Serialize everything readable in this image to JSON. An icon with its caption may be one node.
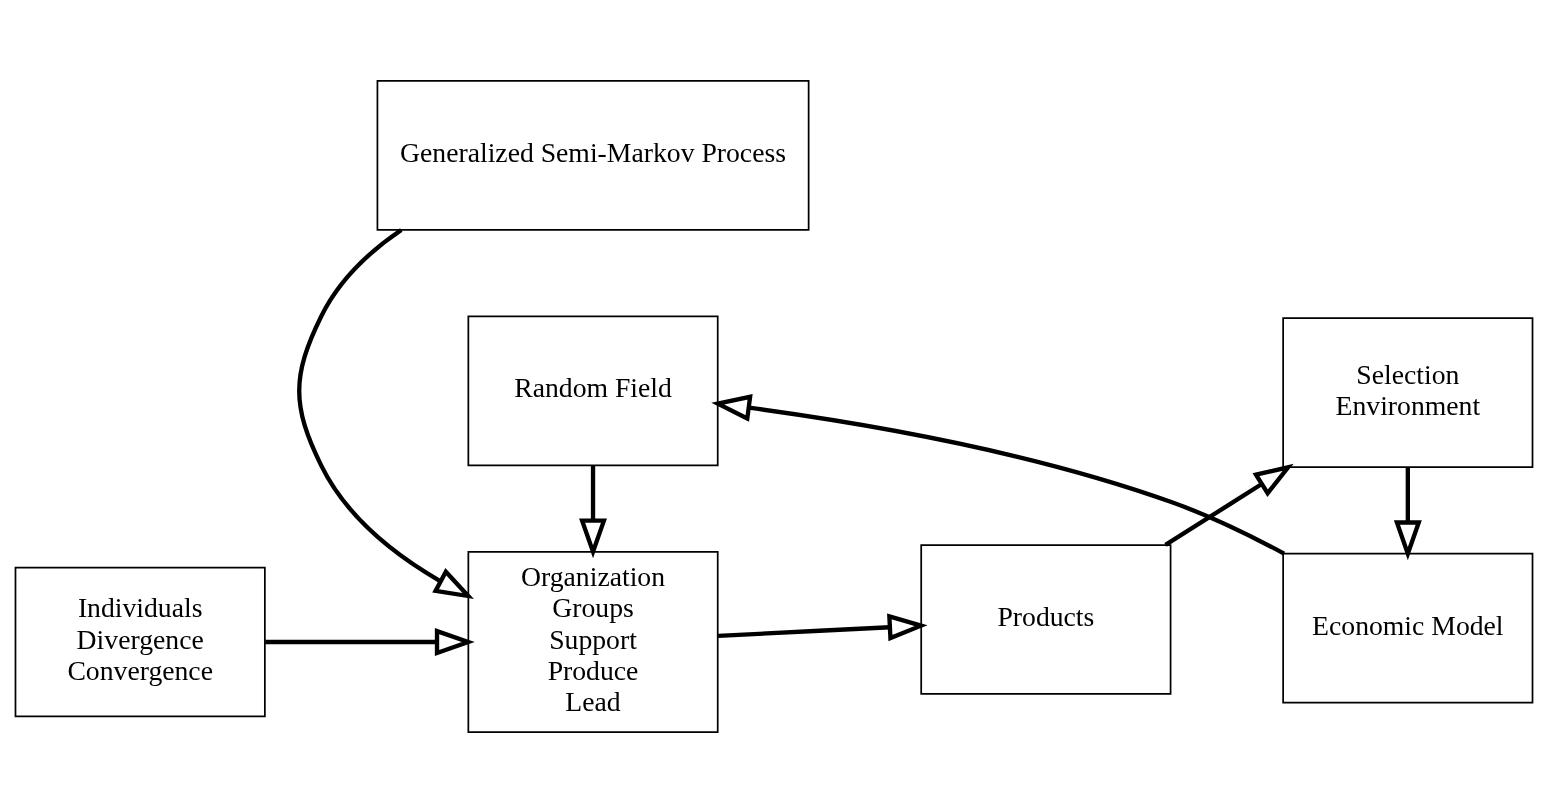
{
  "diagram": {
    "nodes": [
      {
        "text": [
          "Random Field"
        ]
      },
      {
        "text": [
          "Economic Model"
        ]
      },
      {
        "text": [
          "Individuals",
          "Divergence",
          "Convergence"
        ]
      },
      {
        "text": [
          "Organization",
          "Groups",
          "Support",
          "Produce",
          "Lead"
        ]
      },
      {
        "text": [
          "Products"
        ]
      },
      {
        "text": [
          "Selection",
          "Environment"
        ]
      },
      {
        "text": [
          "Generalized Semi-Markov Process"
        ]
      }
    ],
    "edges": [
      {
        "from": 1,
        "to": 0,
        "arrow": "to"
      },
      {
        "from": 0,
        "to": 3,
        "arrow": "to"
      },
      {
        "from": 2,
        "to": 3,
        "arrow": "to"
      },
      {
        "from": 3,
        "to": 4,
        "arrow": "to"
      },
      {
        "from": 4,
        "to": 5,
        "arrow": "to"
      },
      {
        "from": 5,
        "to": 1,
        "arrow": "to"
      },
      {
        "from": 6,
        "to": 3,
        "arrow": "to"
      }
    ]
  }
}
